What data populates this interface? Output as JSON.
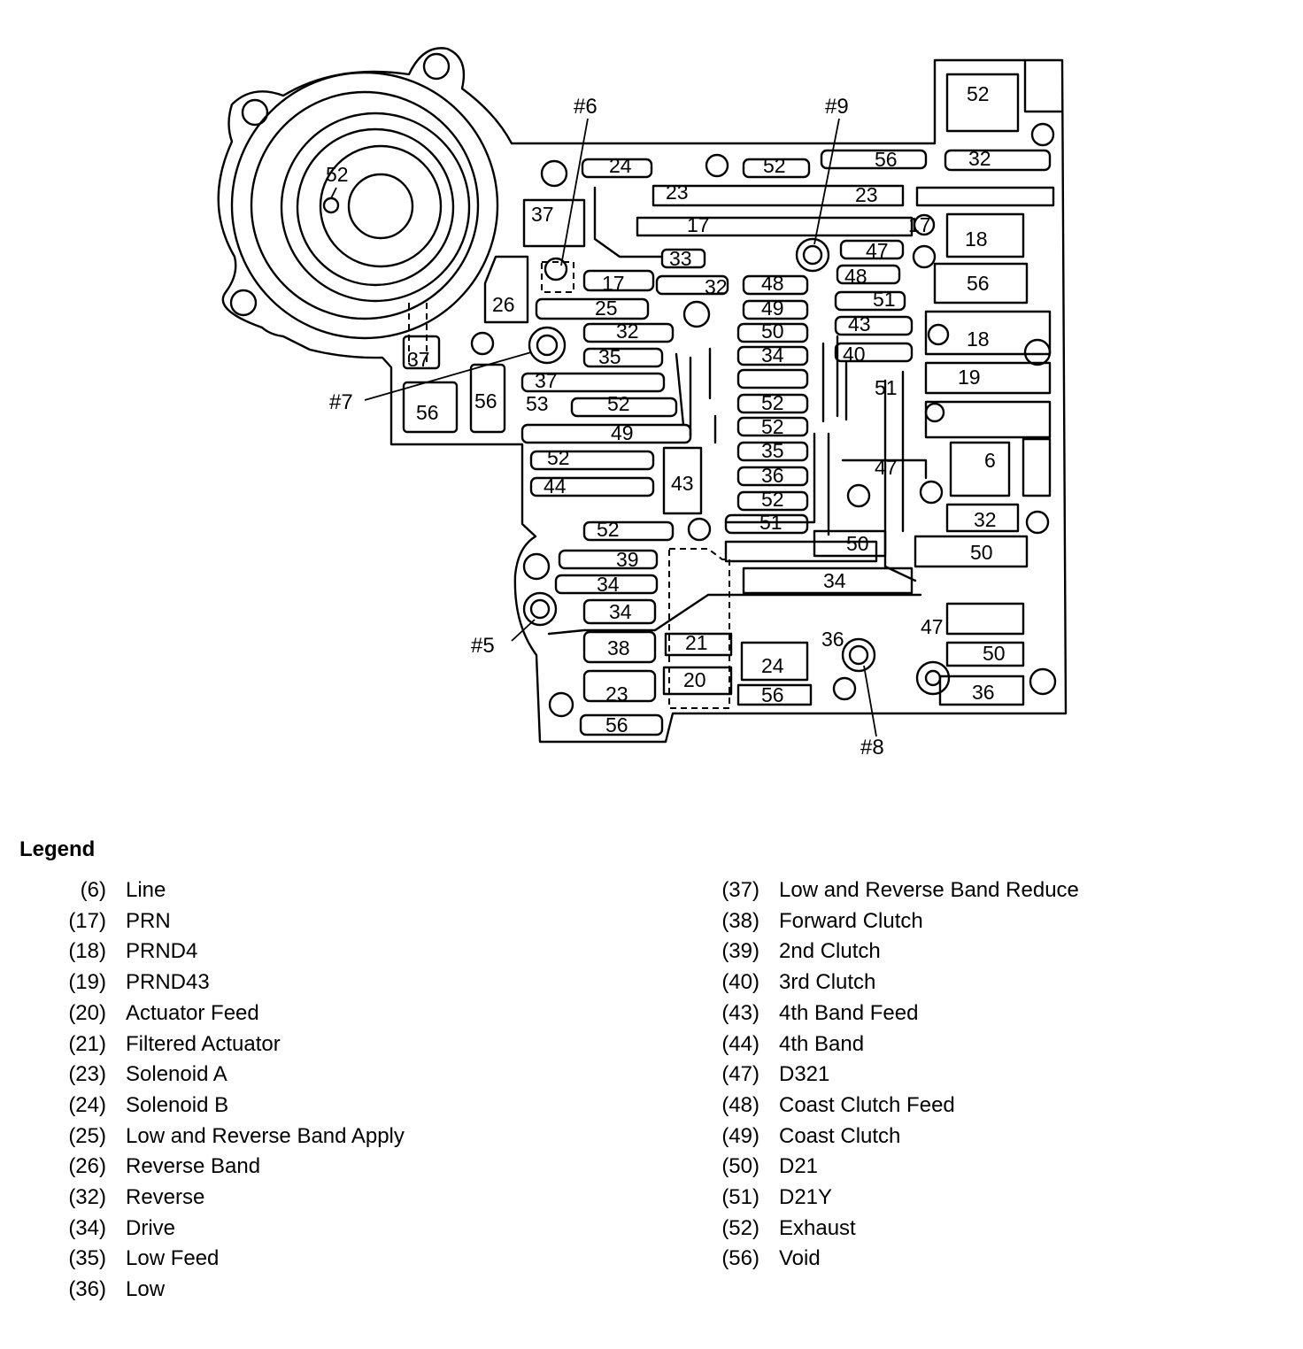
{
  "check_balls": [
    {
      "id": "cb5",
      "label": "#5"
    },
    {
      "id": "cb6",
      "label": "#6"
    },
    {
      "id": "cb7",
      "label": "#7"
    },
    {
      "id": "cb8",
      "label": "#8"
    },
    {
      "id": "cb9",
      "label": "#9"
    }
  ],
  "passage_labels": [
    "52",
    "52",
    "24",
    "52",
    "56",
    "32",
    "23",
    "23",
    "37",
    "17",
    "17",
    "18",
    "33",
    "47",
    "48",
    "56",
    "26",
    "17",
    "25",
    "32",
    "48",
    "49",
    "51",
    "43",
    "50",
    "18",
    "32",
    "35",
    "34",
    "40",
    "37",
    "52",
    "19",
    "51",
    "37",
    "56",
    "56",
    "53",
    "52",
    "52",
    "49",
    "35",
    "47",
    "52",
    "6",
    "36",
    "44",
    "43",
    "52",
    "32",
    "52",
    "51",
    "50",
    "50",
    "39",
    "34",
    "34",
    "34",
    "47",
    "38",
    "21",
    "24",
    "36",
    "50",
    "20",
    "23",
    "56",
    "36",
    "56"
  ],
  "legend": {
    "title": "Legend",
    "left": [
      {
        "code": "(6)",
        "name": "Line"
      },
      {
        "code": "(17)",
        "name": "PRN"
      },
      {
        "code": "(18)",
        "name": "PRND4"
      },
      {
        "code": "(19)",
        "name": "PRND43"
      },
      {
        "code": "(20)",
        "name": "Actuator Feed"
      },
      {
        "code": "(21)",
        "name": "Filtered Actuator"
      },
      {
        "code": "(23)",
        "name": "Solenoid A"
      },
      {
        "code": "(24)",
        "name": "Solenoid B"
      },
      {
        "code": "(25)",
        "name": "Low and Reverse Band Apply"
      },
      {
        "code": "(26)",
        "name": "Reverse Band"
      },
      {
        "code": "(32)",
        "name": "Reverse"
      },
      {
        "code": "(34)",
        "name": "Drive"
      },
      {
        "code": "(35)",
        "name": "Low Feed"
      },
      {
        "code": "(36)",
        "name": "Low"
      }
    ],
    "right": [
      {
        "code": "(37)",
        "name": "Low and Reverse Band Reduce"
      },
      {
        "code": "(38)",
        "name": "Forward Clutch"
      },
      {
        "code": "(39)",
        "name": "2nd Clutch"
      },
      {
        "code": "(40)",
        "name": "3rd Clutch"
      },
      {
        "code": "(43)",
        "name": "4th Band Feed"
      },
      {
        "code": "(44)",
        "name": "4th Band"
      },
      {
        "code": "(47)",
        "name": "D321"
      },
      {
        "code": "(48)",
        "name": "Coast Clutch Feed"
      },
      {
        "code": "(49)",
        "name": "Coast Clutch"
      },
      {
        "code": "(50)",
        "name": "D21"
      },
      {
        "code": "(51)",
        "name": "D21Y"
      },
      {
        "code": "(52)",
        "name": "Exhaust"
      },
      {
        "code": "(56)",
        "name": "Void"
      }
    ]
  }
}
